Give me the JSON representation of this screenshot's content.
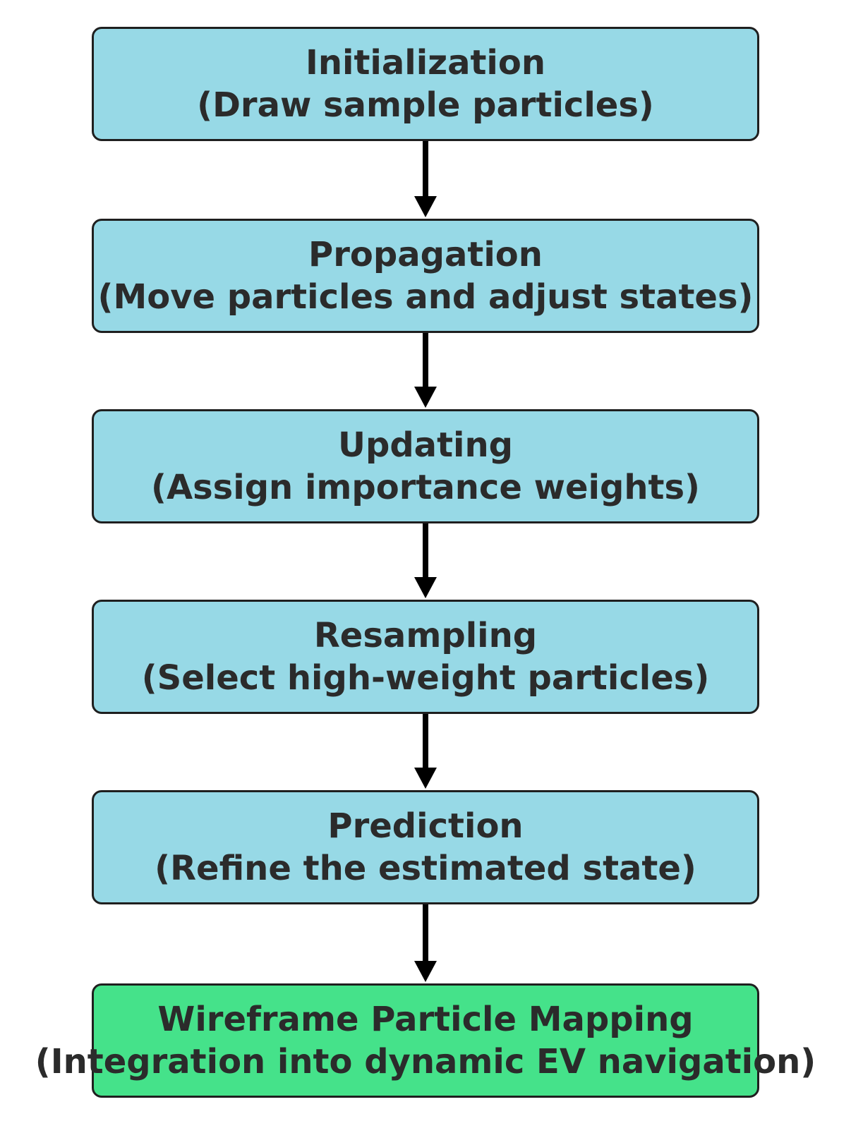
{
  "colors": {
    "step_fill": "#97d9e6",
    "final_fill": "#45e28a",
    "border": "#1f1f1f",
    "text": "#2b2b2b",
    "arrow": "#000000"
  },
  "steps": [
    {
      "title": "Initialization",
      "subtitle": "(Draw sample particles)"
    },
    {
      "title": "Propagation",
      "subtitle": "(Move particles and adjust states)"
    },
    {
      "title": "Updating",
      "subtitle": "(Assign importance weights)"
    },
    {
      "title": "Resampling",
      "subtitle": "(Select high-weight particles)"
    },
    {
      "title": "Prediction",
      "subtitle": "(Refine the estimated state)"
    },
    {
      "title": "Wireframe Particle Mapping",
      "subtitle": "(Integration into dynamic EV navigation)"
    }
  ]
}
